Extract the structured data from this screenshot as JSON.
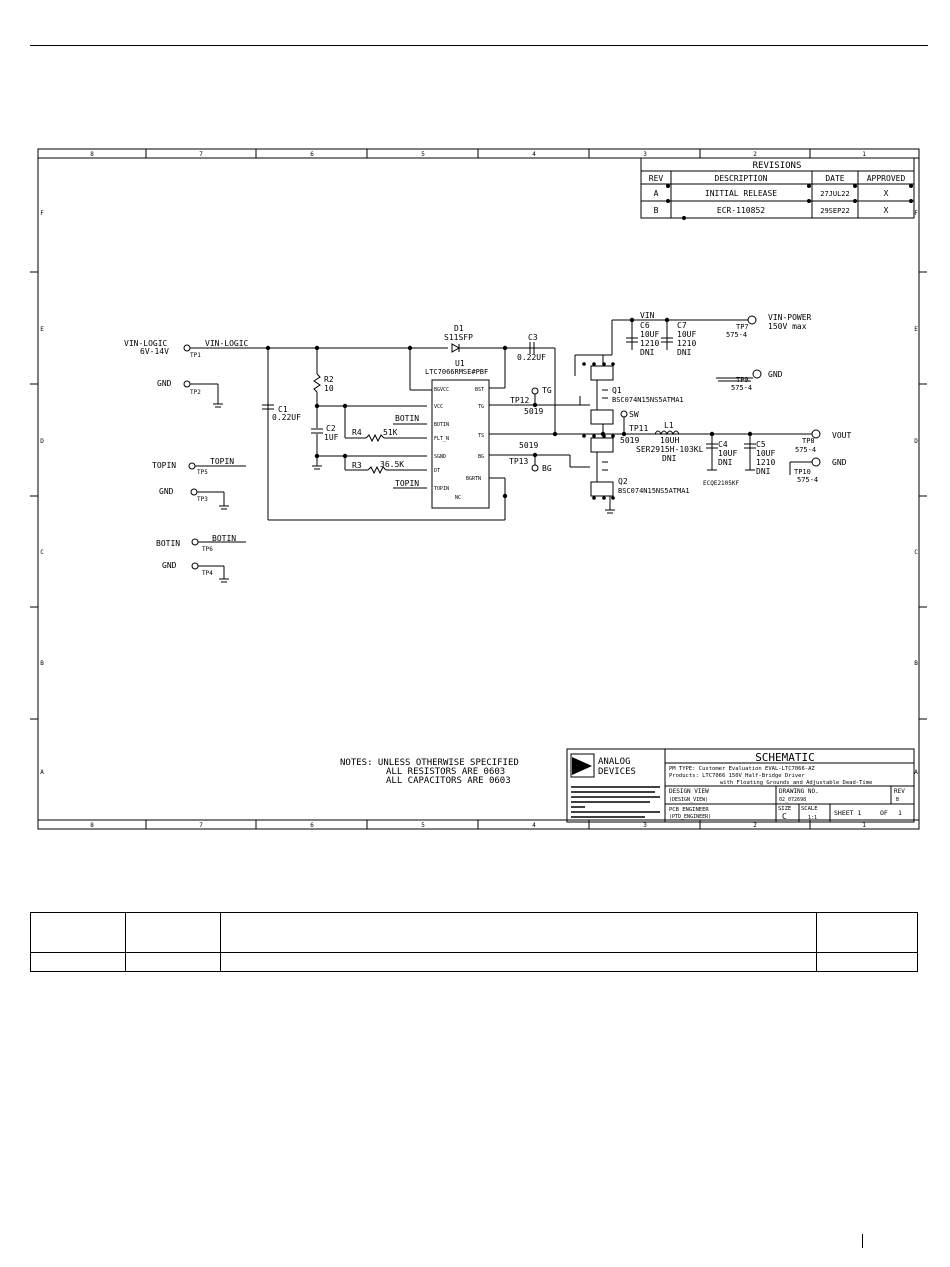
{
  "zones": {
    "cols": [
      "8",
      "7",
      "6",
      "5",
      "4",
      "3",
      "2",
      "1"
    ],
    "rows": [
      "F",
      "E",
      "D",
      "C",
      "B",
      "A"
    ]
  },
  "revisions": {
    "title": "REVISIONS",
    "headers": [
      "REV",
      "DESCRIPTION",
      "DATE",
      "APPROVED"
    ],
    "rows": [
      [
        "A",
        "INITIAL RELEASE",
        "27JUL22",
        "X"
      ],
      [
        "B",
        "ECR-110852",
        "29SEP22",
        "X"
      ]
    ]
  },
  "labels": {
    "vin_logic": "VIN-LOGIC",
    "vin_logic_range": "6V-14V",
    "vin_logic_net": "VIN-LOGIC",
    "tp1": "TP1",
    "gnd": "GND",
    "tp2": "TP2",
    "topin": "TOPIN",
    "tp5": "TP5",
    "tp3": "TP3",
    "botin": "BOTIN",
    "tp6": "TP6",
    "tp4": "TP4",
    "c1": "C1",
    "c1v": "0.22UF",
    "r2": "R2",
    "r2v": "10",
    "c2": "C2",
    "c2v": "1UF",
    "r4": "R4",
    "r4v": "51K",
    "r3": "R3",
    "r3v": "36.5K",
    "d1": "D1",
    "d1v": "S11SFP",
    "u1": "U1",
    "u1v": "LTC7066RMSE#PBF",
    "c3": "C3",
    "c3v": "0.22UF",
    "vin": "VIN",
    "c6": "C6",
    "c7": "C7",
    "c10uf": "10UF",
    "c1210": "1210",
    "dni": "DNI",
    "vin_power": "VIN-POWER",
    "vin_power_rating": "150V max",
    "tp7": "TP7",
    "tp9": "TP9",
    "tp8": "TP8",
    "tp10": "TP10",
    "tp575": "575-4",
    "q1": "Q1",
    "q1v": "BSC074N15NS5ATMA1",
    "q2": "Q2",
    "q2v": "BSC074N15NS5ATMA1",
    "tp12": "TP12",
    "tg": "TG",
    "tp11": "TP11",
    "sw": "SW",
    "tp13": "TP13",
    "bg": "BG",
    "s019": "5019",
    "l1": "L1",
    "l1v": "10UH",
    "l1p": "SER2915H-103KL",
    "c4": "C4",
    "c5": "C5",
    "c4p": "ECQE2105KF",
    "vout": "VOUT",
    "pin_bgvcc": "BGVCC",
    "pin_vcc": "VCC",
    "pin_botin": "BOTIN",
    "pin_flt": "FLT_N",
    "pin_sgnd": "SGND",
    "pin_dt": "DT",
    "pin_topin": "TOPIN",
    "pin_nc": "NC",
    "pin_bst": "BST",
    "pin_tg": "TG",
    "pin_ts": "TS",
    "pin_bg": "BG",
    "pin_bgrtn": "BGRTN"
  },
  "notes": [
    "NOTES: UNLESS OTHERWISE SPECIFIED",
    "ALL RESISTORS ARE 0603",
    "ALL CAPACITORS ARE 0603"
  ],
  "title_block": {
    "logo_line1": "ANALOG",
    "logo_line2": "DEVICES",
    "title": "SCHEMATIC",
    "pm_type": "PM TYPE: Customer Evaluation   EVAL-LTC7066-AZ",
    "products": "Products: LTC7066       150V Half-Bridge Driver",
    "products2": "with Floating Grounds and Adjustable Dead-Time",
    "design_view_label": "DESIGN VIEW",
    "design_view": "(DESIGN_VIEW)",
    "drawing_no_label": "DRAWING NO.",
    "drawing_no": "02_072698",
    "rev_label": "REV",
    "rev": "B",
    "pcb_label": "PCB ENGINEER",
    "pcb": "(PTD_ENGINEER)",
    "size_label": "SIZE",
    "size": "C",
    "scale_label": "SCALE",
    "scale": "1:1",
    "sheet_label": "SHEET 1",
    "of_label": "OF",
    "of": "1"
  }
}
